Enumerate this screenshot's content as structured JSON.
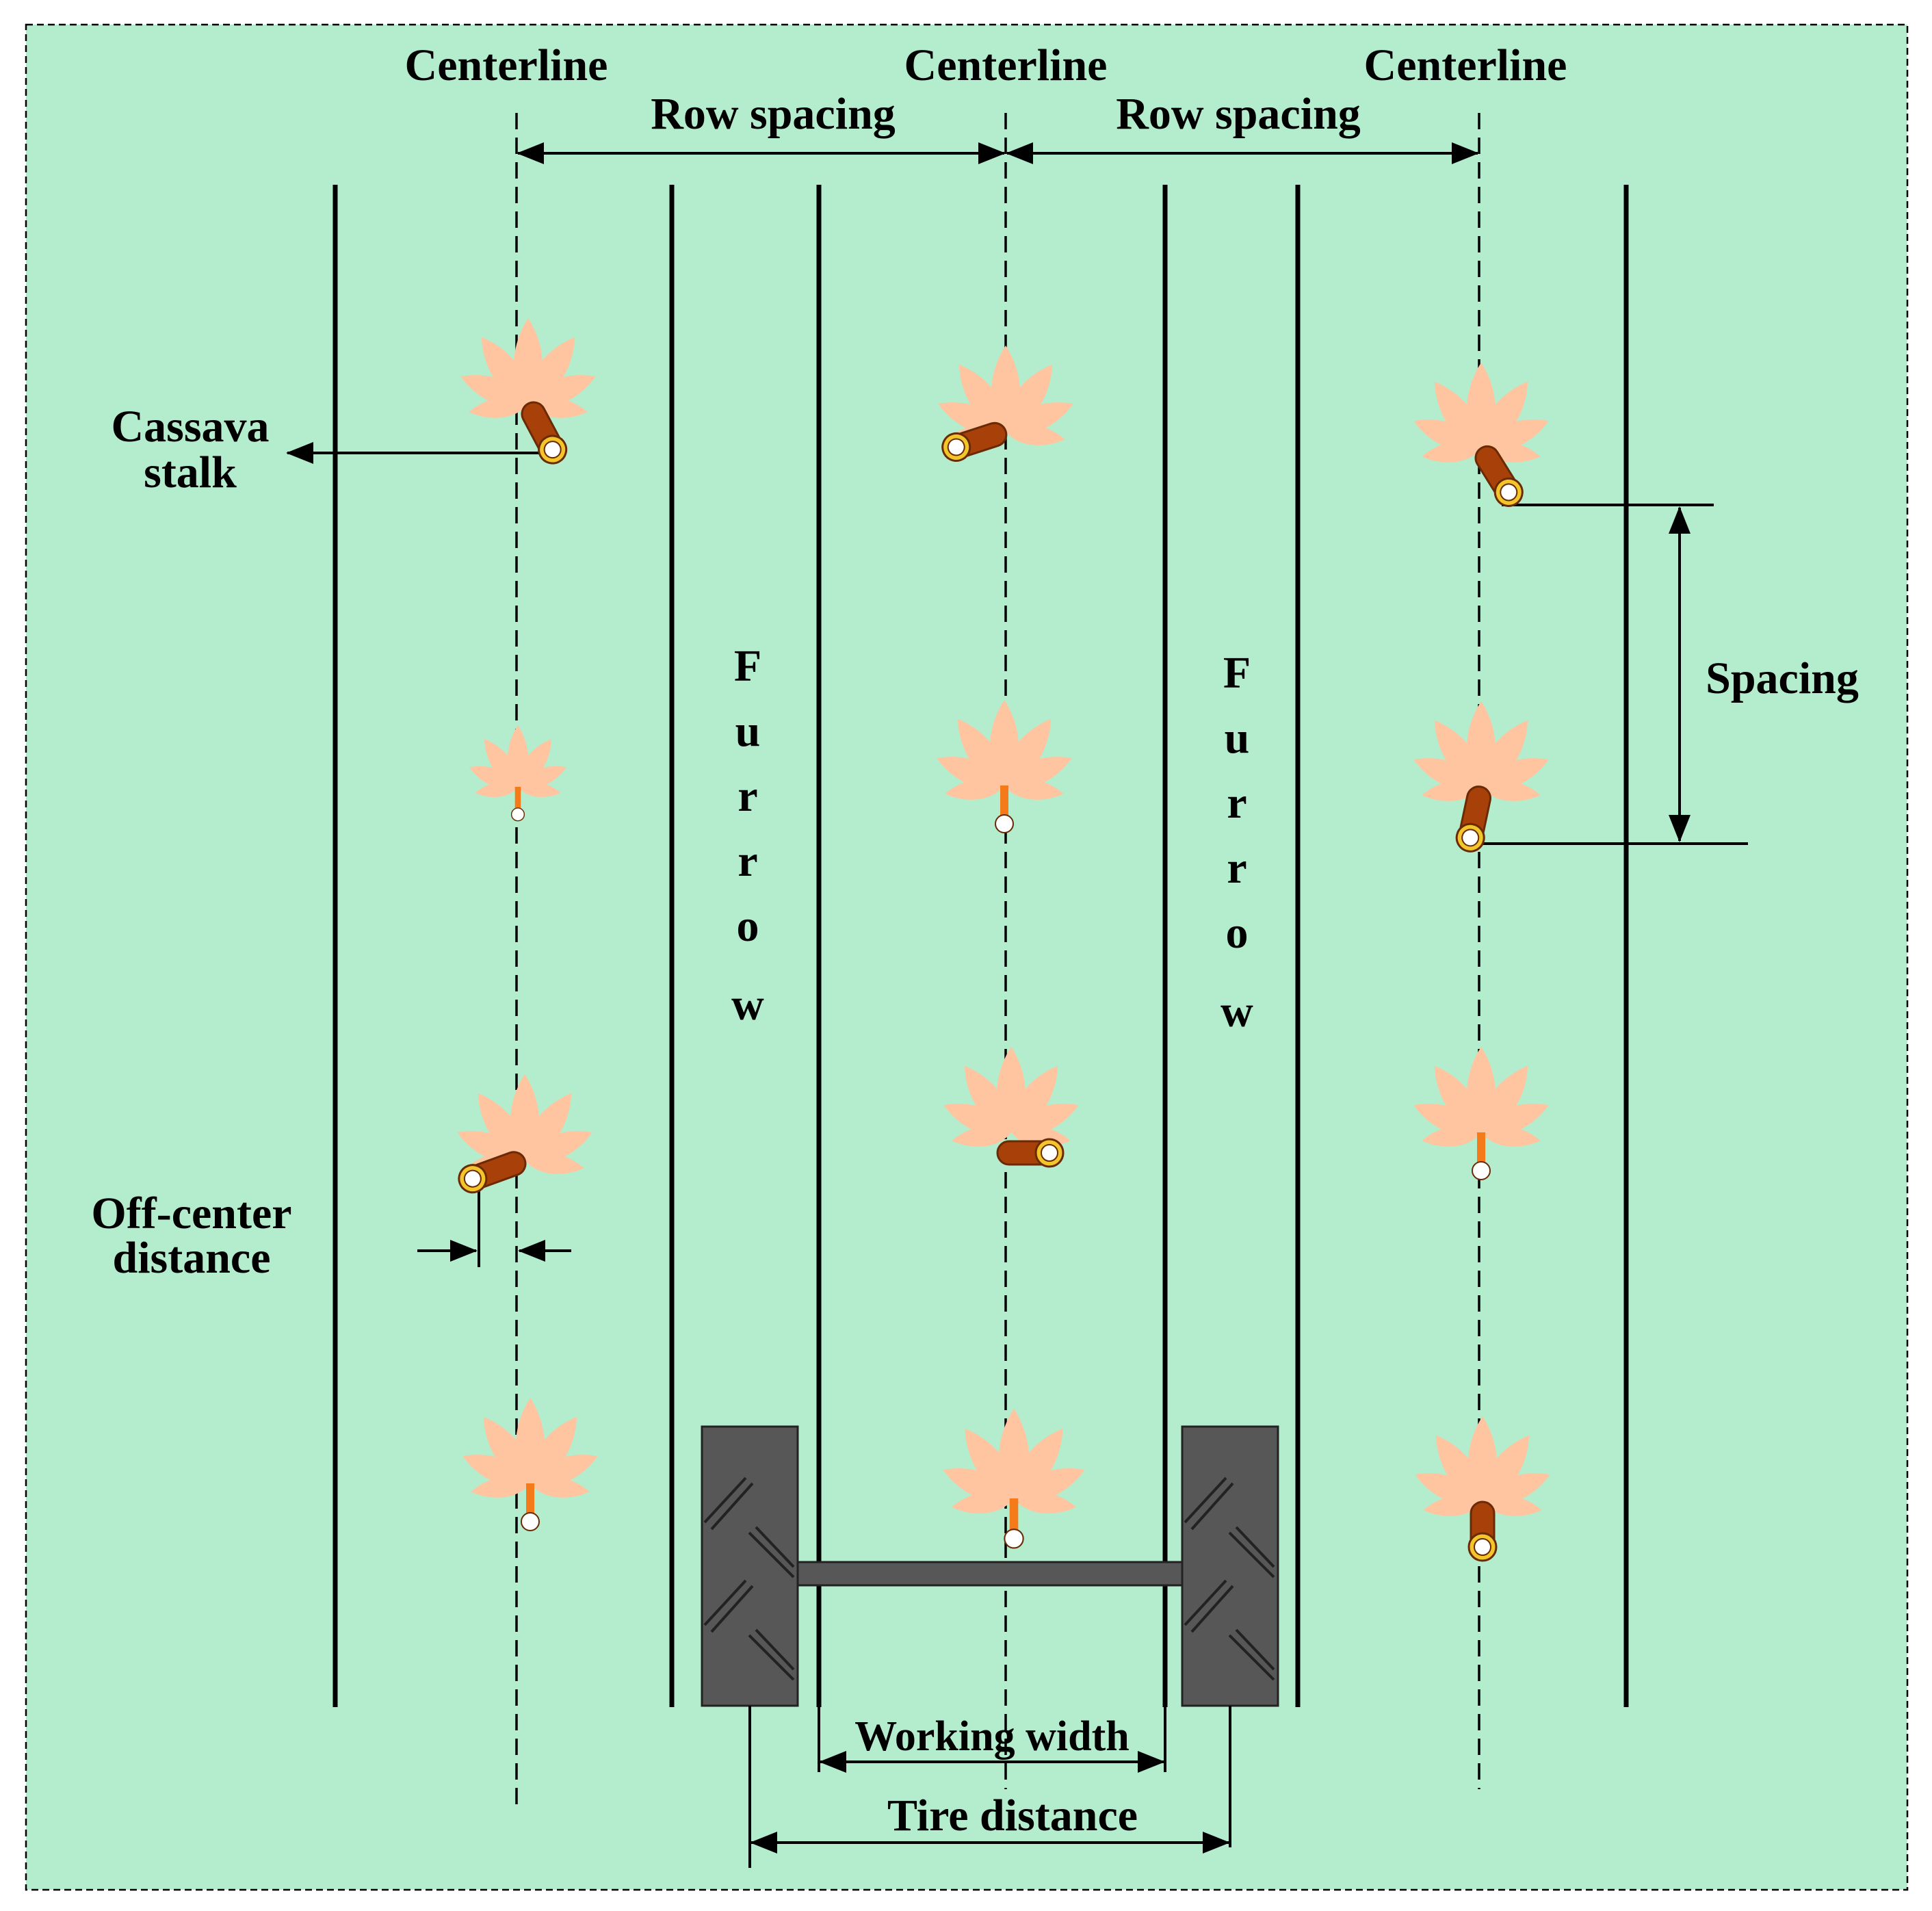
{
  "labels": {
    "centerline_left": "Centerline",
    "centerline_mid": "Centerline",
    "centerline_right": "Centerline",
    "row_spacing_left": "Row spacing",
    "row_spacing_right": "Row spacing",
    "cassava_line1": "Cassava",
    "cassava_line2": "stalk",
    "spacing": "Spacing",
    "furrow_left": [
      "F",
      "u",
      "r",
      "r",
      "o",
      "w"
    ],
    "furrow_right": [
      "F",
      "u",
      "r",
      "r",
      "o",
      "w"
    ],
    "offcenter_line1": "Off-center",
    "offcenter_line2": "distance",
    "working_width": "Working width",
    "tire_distance": "Tire distance"
  },
  "colors": {
    "background": "#b4edcd",
    "leaf": "#fec5a0",
    "stem": "#f47a1a",
    "stalk": "#a8400a",
    "tire": "#575757"
  },
  "icons": [
    "cassava-plant-icon",
    "cassava-stalk-icon",
    "tire-icon"
  ]
}
